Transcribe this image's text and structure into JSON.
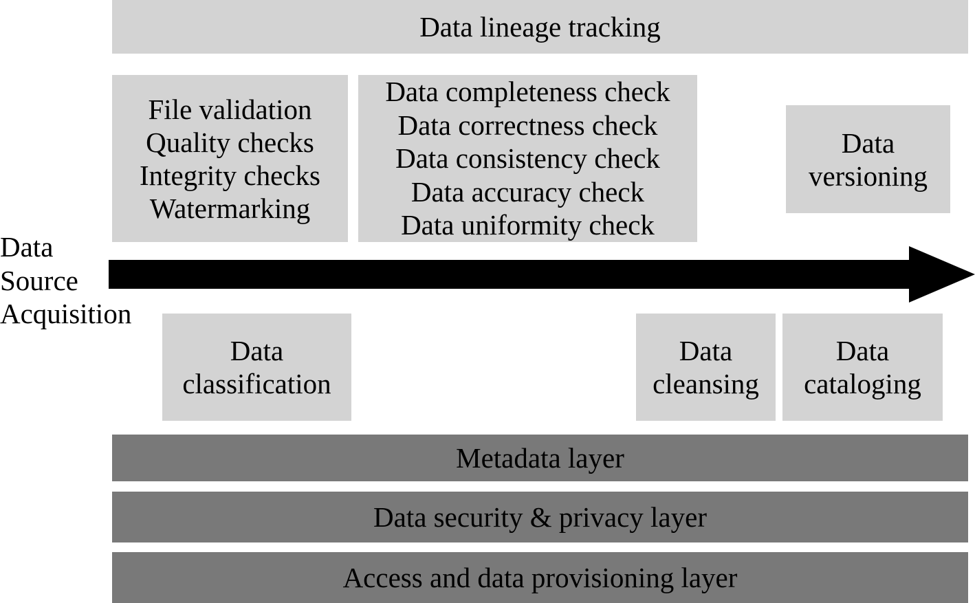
{
  "top_bar": {
    "label": "Data lineage tracking"
  },
  "upper_boxes": {
    "file_checks": [
      "File validation",
      "Quality checks",
      "Integrity checks",
      "Watermarking"
    ],
    "data_checks": [
      "Data completeness check",
      "Data correctness check",
      "Data consistency check",
      "Data accuracy check",
      "Data uniformity check"
    ],
    "versioning": [
      "Data",
      "versioning"
    ]
  },
  "source": {
    "lines": [
      "Data",
      "Source",
      "Acquisition"
    ]
  },
  "lower_boxes": {
    "classification": [
      "Data",
      "classification"
    ],
    "cleansing": [
      "Data",
      "cleansing"
    ],
    "cataloging": [
      "Data",
      "cataloging"
    ]
  },
  "layers": {
    "metadata": "Metadata layer",
    "security": "Data security & privacy layer",
    "access": "Access and data provisioning layer"
  },
  "colors": {
    "light_box": "#d3d3d3",
    "dark_layer": "#797979",
    "arrow": "#000000"
  }
}
